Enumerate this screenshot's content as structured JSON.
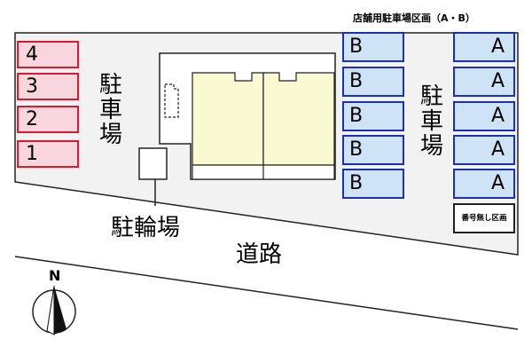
{
  "title": "店舗用駐車場区画（A・B）",
  "left_parking_label": "駐\n車\n場",
  "right_parking_label": "駐\n車\n場",
  "left_slots": [
    "4",
    "3",
    "2",
    "1"
  ],
  "b_slots": [
    "B",
    "B",
    "B",
    "B",
    "B"
  ],
  "a_slots": [
    "A",
    "A",
    "A",
    "A",
    "A"
  ],
  "unnumbered_label": "番号無し区画",
  "bicycle_label": "駐輪場",
  "road_label": "道路",
  "north_label": "N",
  "colors": {
    "building": "#fafad2",
    "lot_fill": "#f2f2f2",
    "red_border": "#e0192c",
    "red_fill": "#f9d6de",
    "blue_border": "#1b2fb8",
    "blue_fill": "#cfe3f6"
  }
}
